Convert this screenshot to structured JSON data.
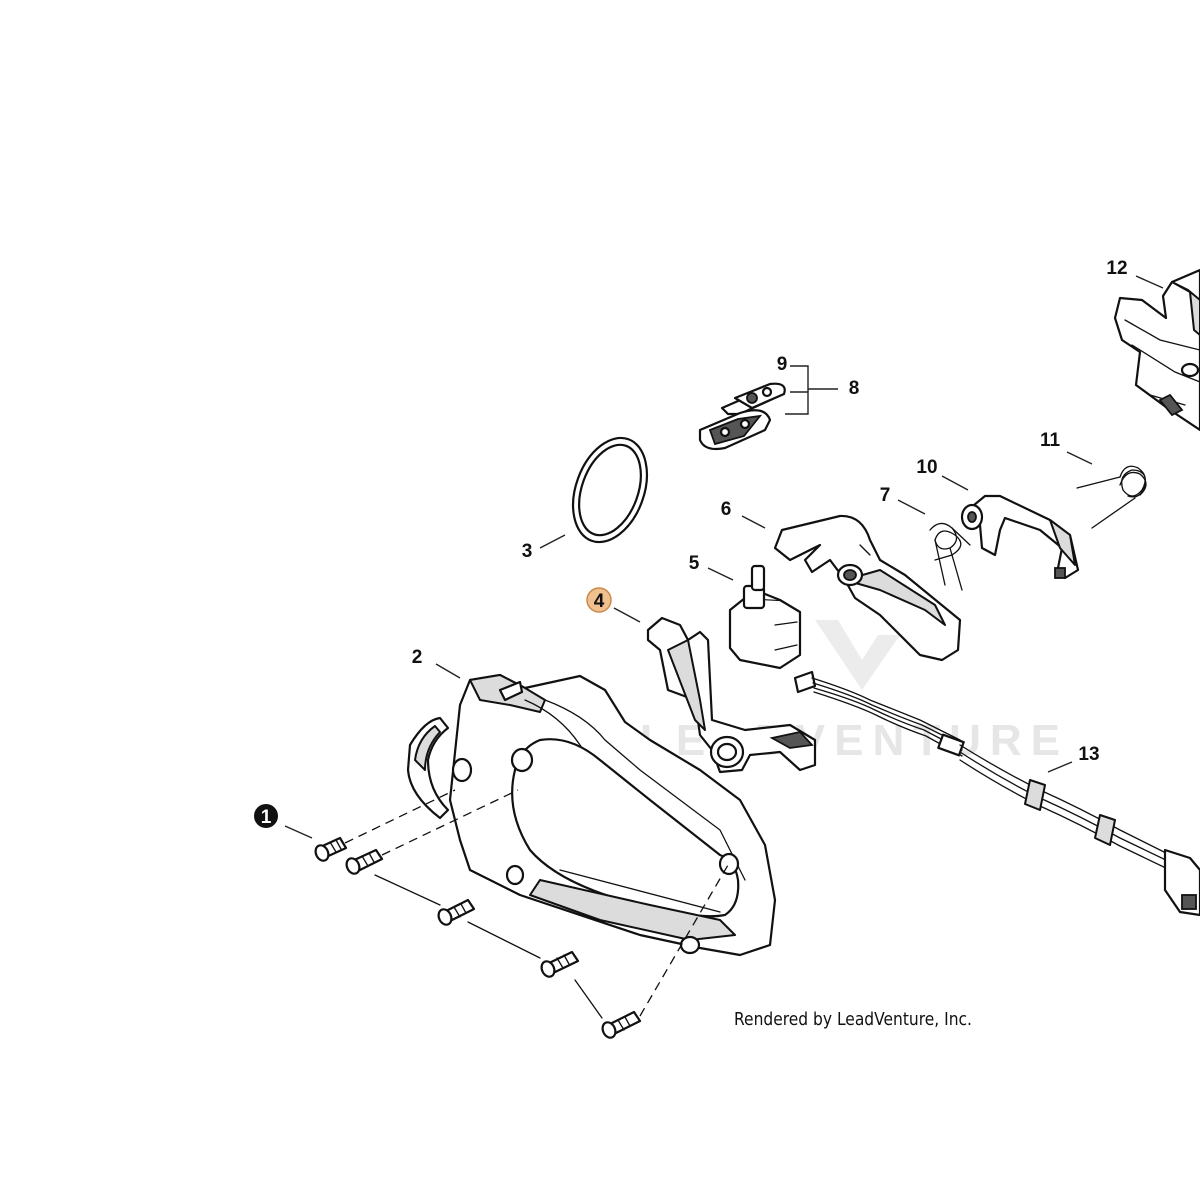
{
  "diagram": {
    "credit": "Rendered by LeadVenture, Inc.",
    "watermark": {
      "text": "LEADVENTURE"
    },
    "callouts": [
      {
        "id": "1",
        "label": "1",
        "style": "filled-black"
      },
      {
        "id": "2",
        "label": "2",
        "style": "plain"
      },
      {
        "id": "3",
        "label": "3",
        "style": "plain"
      },
      {
        "id": "4",
        "label": "4",
        "style": "highlighted",
        "color": "#f0c08e"
      },
      {
        "id": "5",
        "label": "5",
        "style": "plain"
      },
      {
        "id": "6",
        "label": "6",
        "style": "plain"
      },
      {
        "id": "7",
        "label": "7",
        "style": "plain"
      },
      {
        "id": "8",
        "label": "8",
        "style": "plain"
      },
      {
        "id": "9",
        "label": "9",
        "style": "plain"
      },
      {
        "id": "10",
        "label": "10",
        "style": "plain"
      },
      {
        "id": "11",
        "label": "11",
        "style": "plain"
      },
      {
        "id": "12",
        "label": "12",
        "style": "plain"
      },
      {
        "id": "13",
        "label": "13",
        "style": "plain"
      }
    ],
    "colors": {
      "highlight": "#f0c08e",
      "highlight_border": "#c98a4b",
      "ink": "#111111"
    }
  }
}
